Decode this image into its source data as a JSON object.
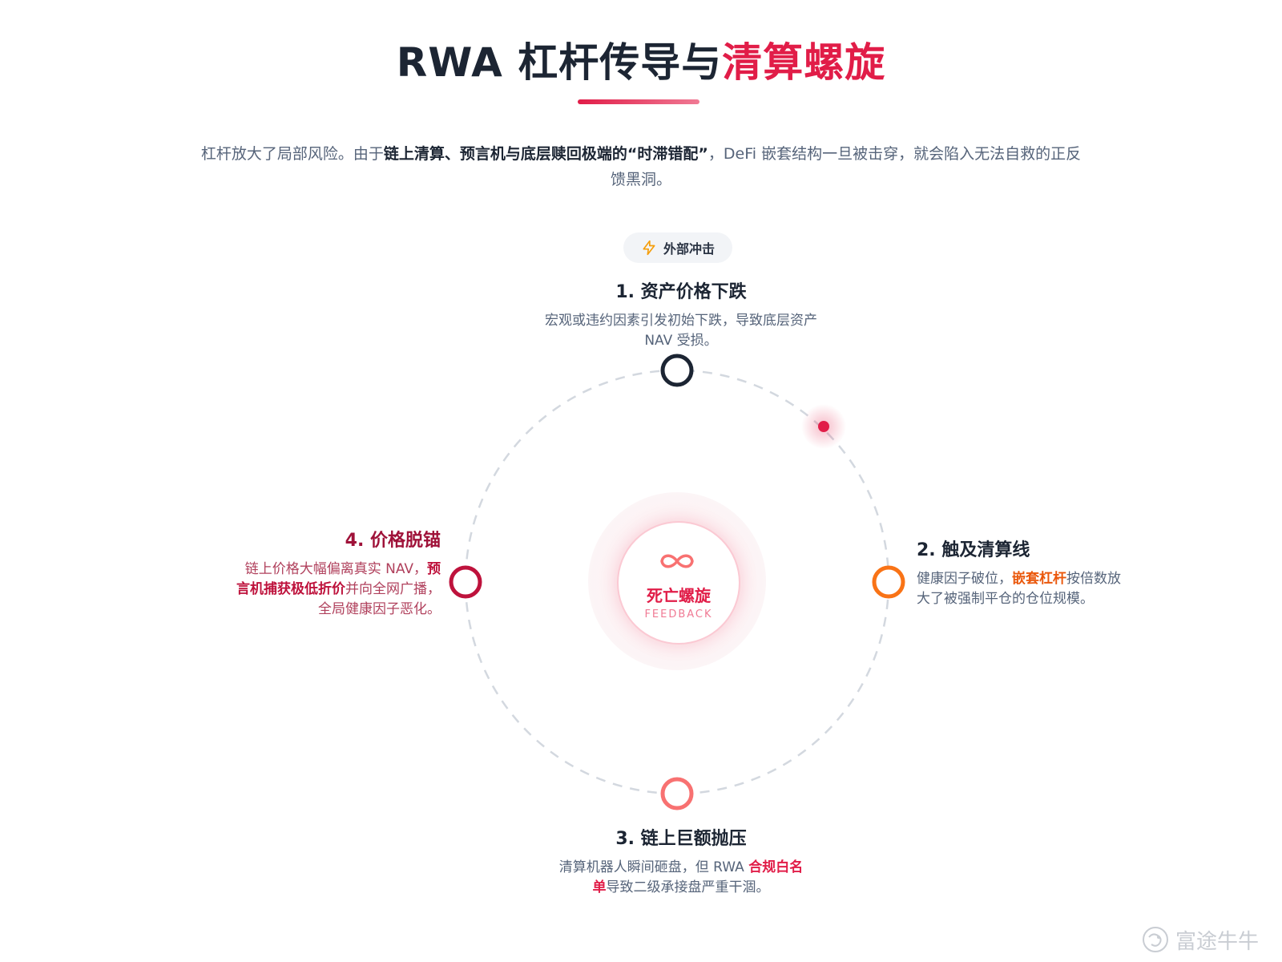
{
  "header": {
    "title_main": "RWA 杠杆传导与",
    "title_highlight": "清算螺旋",
    "intro_1": "杠杆放大了局部风险。由于",
    "intro_bold": "链上清算、预言机与底层赎回极端的“时滞错配”",
    "intro_2": "，DeFi 嵌套结构一旦被击穿，就会陷入无法自救的正反馈黑洞。"
  },
  "shock": {
    "label": "外部冲击",
    "icon": "lightning-icon"
  },
  "steps": [
    {
      "title": "1. 资产价格下跌",
      "desc": "宏观或违约因素引发初始下跌，导致底层资产 NAV 受损。"
    },
    {
      "title": "2. 触及清算线",
      "desc_1": "健康因子破位，",
      "desc_bold": "嵌套杠杆",
      "desc_2": "按倍数放大了被强制平仓的仓位规模。"
    },
    {
      "title": "3. 链上巨额抛压",
      "desc_1": "清算机器人瞬间砸盘，但 RWA ",
      "desc_bold": "合规白名单",
      "desc_2": "导致二级承接盘严重干涸。"
    },
    {
      "title": "4. 价格脱锚",
      "desc_1": "链上价格大幅偏离真实 NAV，",
      "desc_bold": "预言机捕获极低折价",
      "desc_2": "并向全网广播，全局健康因子恶化。"
    }
  ],
  "center": {
    "title": "死亡螺旋",
    "subtitle": "FEEDBACK",
    "icon": "infinity-icon"
  },
  "colors": {
    "accent": "#e11d48",
    "node1": "#1c2533",
    "node2": "#f97316",
    "node3": "#f87171",
    "node4": "#be123c"
  },
  "watermark": {
    "text": "富途牛牛",
    "icon": "futu-logo-icon"
  }
}
